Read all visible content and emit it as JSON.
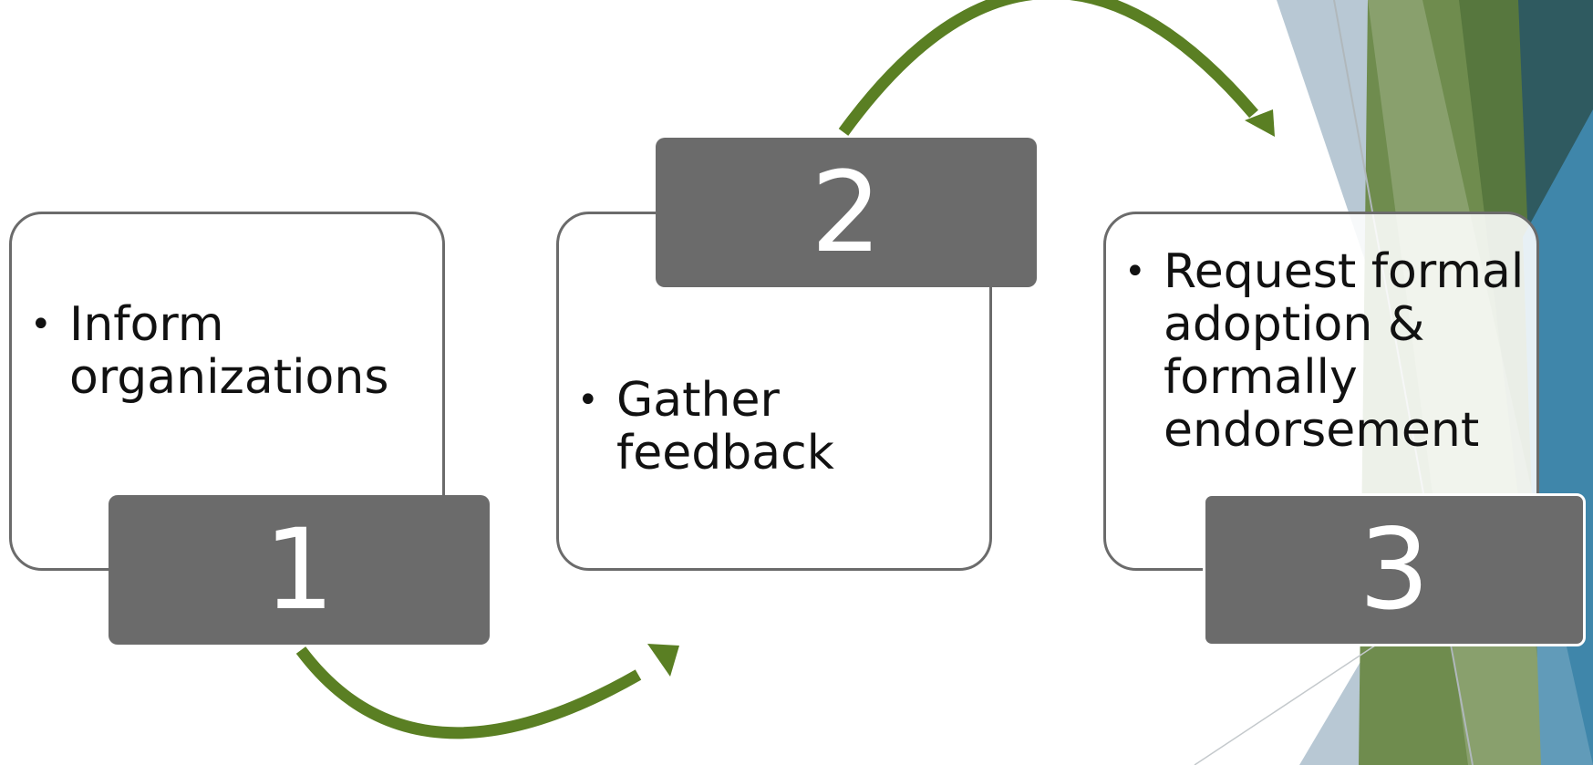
{
  "diagram": {
    "steps": [
      {
        "number": "1",
        "text_lines": [
          "Inform",
          "organizations"
        ]
      },
      {
        "number": "2",
        "text_lines": [
          "Gather",
          "feedback"
        ]
      },
      {
        "number": "3",
        "text_lines": [
          "Request formal",
          "adoption &",
          "formally",
          "endorsement"
        ]
      }
    ],
    "colors": {
      "card_border": "#6b6b6b",
      "number_box": "#6b6b6b",
      "arrow": "#5a7f23",
      "accent_green": "#6a8a4a",
      "accent_dark_teal": "#2f5a60",
      "accent_blue": "#3f86aa",
      "accent_light_blue": "#b8c8d4"
    }
  }
}
